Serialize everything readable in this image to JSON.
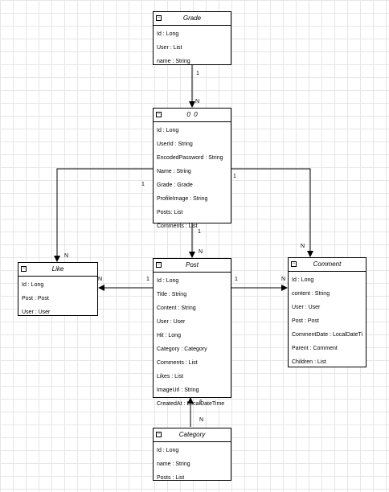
{
  "entities": {
    "grade": {
      "title": "Grade",
      "fields": [
        "Id : Long",
        "User : List",
        "name : String"
      ]
    },
    "user": {
      "title": "0  0",
      "fields": [
        "Id : Long",
        "UserId : String",
        "EncodedPassword : String",
        "Name : String",
        "Grade : Grade",
        "ProfileImage : String",
        "Posts: List",
        "Comments : List"
      ]
    },
    "like": {
      "title": "Like",
      "fields": [
        "Id : Long",
        "Post : Post",
        "User : User"
      ]
    },
    "post": {
      "title": "Post",
      "fields": [
        "Id : Long",
        "Title : String",
        "Content : String",
        "User : User",
        "Hit : Long",
        "Category : Category",
        "Comments : List",
        "Likes : List",
        "ImageUrl : String",
        "CreatedAt : LocalDateTime"
      ]
    },
    "comment": {
      "title": "Comment",
      "fields": [
        "Id : Long",
        "content : String",
        "User : User",
        "Post : Post",
        "CommentDate : LocalDateTi",
        "Parent : Comment",
        "Children : List"
      ]
    },
    "category": {
      "title": "Category",
      "fields": [
        "Id : Long",
        "name : String",
        "Posts : List"
      ]
    }
  },
  "relations": {
    "grade_user": {
      "from": "1",
      "to": "N"
    },
    "user_like": {
      "from": "1",
      "to": "N"
    },
    "user_post": {
      "from": "1",
      "to": "N"
    },
    "user_comment": {
      "from": "1",
      "to": "N"
    },
    "post_like": {
      "from": "1",
      "to": "N"
    },
    "post_comment": {
      "from": "1",
      "to": "N"
    },
    "category_post": {
      "from": "1",
      "to": "N"
    }
  },
  "icons": {
    "collapse": "minus-box-icon"
  },
  "colors": {
    "line": "#000000",
    "grid": "#e6e6e6"
  }
}
